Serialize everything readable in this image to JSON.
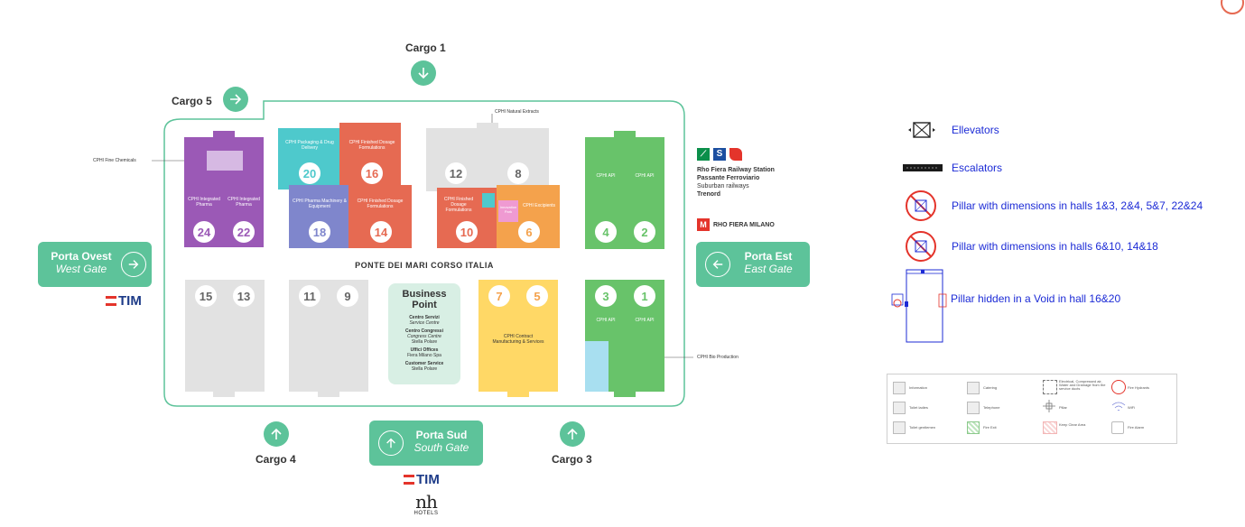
{
  "cargo": {
    "c1": "Cargo 1",
    "c3": "Cargo 3",
    "c4": "Cargo 4",
    "c5": "Cargo 5"
  },
  "gates": {
    "west": {
      "title": "Porta Ovest",
      "subtitle": "West Gate"
    },
    "east": {
      "title": "Porta Est",
      "subtitle": "East Gate"
    },
    "south": {
      "title": "Porta Sud",
      "subtitle": "South Gate"
    }
  },
  "sponsors": {
    "tim": "TIM",
    "nh": "NH",
    "nh_sub": "HOTELS"
  },
  "corridor": "PONTE DEI MARI CORSO ITALIA",
  "callouts": {
    "fine_chemicals": "CPHI Fine Chemicals",
    "natural_extracts": "CPHI Natural Extracts",
    "bio_production": "CPHI Bio Production"
  },
  "halls": {
    "h24": {
      "num": "24",
      "label": "CPHI Integrated Pharma"
    },
    "h22": {
      "num": "22",
      "label": "CPHI Integrated Pharma"
    },
    "h20": {
      "num": "20",
      "label": "CPHI Packaging & Drug Delivery"
    },
    "h16": {
      "num": "16",
      "label": "CPHI Finished Dosage Formulations"
    },
    "h18": {
      "num": "18",
      "label": "CPHI Pharma Machinery & Equipment"
    },
    "h14": {
      "num": "14",
      "label": "CPHI Finished Dosage Formulations"
    },
    "h12": {
      "num": "12"
    },
    "h8": {
      "num": "8"
    },
    "h10": {
      "num": "10",
      "label": "CPHI Finished Dosage Formulations"
    },
    "h6": {
      "num": "6",
      "label": "CPHI Excipients"
    },
    "h6b": {
      "label": "Innovation Park"
    },
    "h4": {
      "num": "4",
      "label": "CPHI API"
    },
    "h2": {
      "num": "2",
      "label": "CPHI API"
    },
    "h15": {
      "num": "15"
    },
    "h13": {
      "num": "13"
    },
    "h11": {
      "num": "11"
    },
    "h9": {
      "num": "9"
    },
    "h7": {
      "num": "7"
    },
    "h5": {
      "num": "5"
    },
    "h75": {
      "label": "CPHI Contract Manufacturing & Services"
    },
    "h3": {
      "num": "3",
      "label": "CPHI API"
    },
    "h1": {
      "num": "1",
      "label": "CPHI API"
    }
  },
  "business_point": {
    "title": "Business Point",
    "lines": [
      "Centro Servizi",
      "Service Centre",
      "Centro Congressi",
      "Congress Centre",
      "Stella Polare",
      "Uffici Offices",
      "Fiera Milano Spa",
      "Customer Service",
      "Stella Polare"
    ]
  },
  "railway": {
    "lines": [
      "Rho Fiera Railway Station",
      "Passante Ferroviario",
      "Suburban railways",
      "Trenord"
    ],
    "metro_badge": "M",
    "metro": "RHO FIERA MILANO"
  },
  "legend": {
    "elevators": "Ellevators",
    "escalators": "Escalators",
    "pillar1": "Pillar with dimensions in halls 1&3, 2&4, 5&7, 22&24",
    "pillar2": "Pillar with dimensions in halls 6&10, 14&18",
    "pillar3": "Pillar hidden in a Void in hall 16&20"
  },
  "small_legend": {
    "information": "Information",
    "catering": "Catering",
    "electrical": "Electrical, Compressed air, Water and Drainage from the service ducts",
    "fire_hydrants": "Fire Hydrants",
    "toilet": "Toilet ladies",
    "telephone": "Telephone",
    "pillar": "Pillar",
    "wifi": "WiFi",
    "toilet_gentlemen": "Toilet gentlemen",
    "fire_exit": "Fire Exit",
    "keep_clear": "Keep Clear Area",
    "fire_alarm": "Fire Alarm"
  },
  "colors": {
    "green": "#5dc39a",
    "purple": "#9b59b6",
    "teal": "#4ec9cc",
    "coral": "#e66a52",
    "blue_purple": "#7f86cc",
    "orange": "#f4a24c",
    "light_green": "#68c36a",
    "yellow": "#ffd866",
    "grey": "#e2e2e2",
    "legend_blue": "#1c2bd6"
  }
}
